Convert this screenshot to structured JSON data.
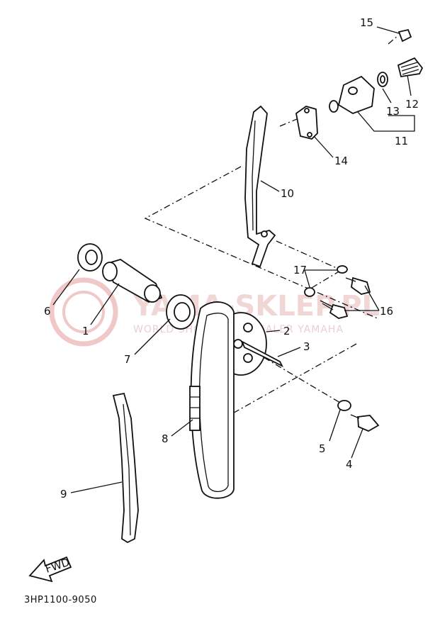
{
  "diagram": {
    "code": "3HP1100-9050",
    "fwd": "FWD",
    "watermark": {
      "main": "YAMA-SKLEP.PL",
      "sub": "WORLD SHOWROOM DEALER YAMAHA"
    },
    "callouts": [
      "15",
      "12",
      "13",
      "11",
      "14",
      "10",
      "17",
      "16",
      "6",
      "1",
      "7",
      "2",
      "3",
      "8",
      "5",
      "4",
      "9"
    ]
  }
}
